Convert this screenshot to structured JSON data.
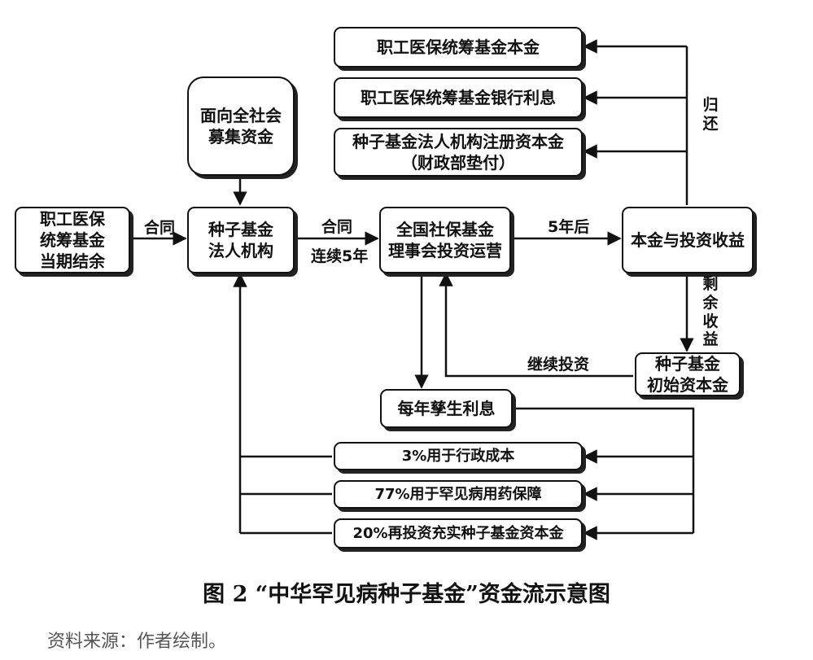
{
  "nodes": {
    "employee_balance": [
      "职工医保",
      "统筹基金",
      "当期结余"
    ],
    "public_raise": [
      "面向全社会",
      "募集资金"
    ],
    "seed_fund_entity": [
      "种子基金",
      "法人机构"
    ],
    "ssf_council": [
      "全国社保基金",
      "理事会投资运营"
    ],
    "principal_income": "本金与投资收益",
    "return_principal": "职工医保统筹基金本金",
    "return_interest": "职工医保统筹基金银行利息",
    "return_capital": [
      "种子基金法人机构注册资本金",
      "（财政部垫付）"
    ],
    "seed_initial_capital": [
      "种子基金",
      "初始资本金"
    ],
    "annual_interest": "每年孳生利息",
    "alloc_admin": "3%用于行政成本",
    "alloc_drugs": "77%用于罕见病用药保障",
    "alloc_reinvest": "20%再投资充实种子基金资本金"
  },
  "edge_labels": {
    "contract_1": "合同",
    "contract_2": "合同",
    "five_years": "连续5年",
    "after_five_years": "5年后",
    "return": "归\n还",
    "remaining_income": "剩\n余\n收\n益",
    "continue_invest": "继续投资"
  },
  "caption": "图 2 “中华罕见病种子基金”资金流示意图",
  "source": "资料来源：作者绘制。"
}
